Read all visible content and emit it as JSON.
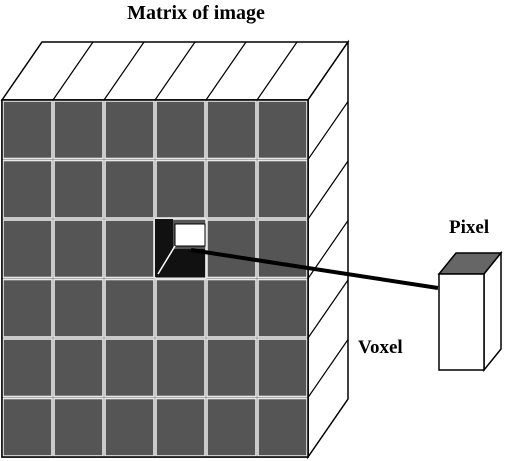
{
  "title": "Matrix of image",
  "labels": {
    "pixel": "Pixel",
    "voxel": "Voxel"
  },
  "matrix": {
    "rows": 6,
    "columns": 6,
    "highlighted_cell": {
      "row": 3,
      "column": 4
    }
  },
  "colors": {
    "cell_fill": "#555555",
    "cell_border": "#e8e8e8",
    "top_face": "#ffffff",
    "side_face": "#ffffff",
    "pixel_top": "#666666",
    "voxel_dark": "#111111",
    "stroke": "#000000"
  }
}
